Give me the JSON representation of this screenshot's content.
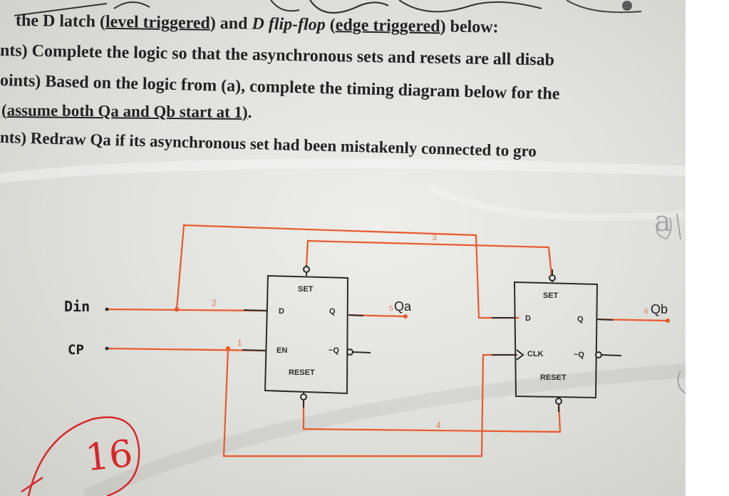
{
  "text_lines": [
    {
      "parts": [
        {
          "t": "the D latch (",
          "s": ""
        },
        {
          "t": "level triggered",
          "s": "u"
        },
        {
          "t": ") and ",
          "s": ""
        },
        {
          "t": "D flip-flop",
          "s": "i"
        },
        {
          "t": " (",
          "s": ""
        },
        {
          "t": "edge triggered",
          "s": "u"
        },
        {
          "t": ") below:",
          "s": ""
        }
      ]
    },
    {
      "parts": [
        {
          "t": "nts) Complete the logic so that the asynchronous sets and resets are all disab",
          "s": ""
        }
      ]
    },
    {
      "parts": [
        {
          "t": "oints) Based on the logic from (a), complete the timing diagram below for the",
          "s": ""
        }
      ]
    },
    {
      "parts": [
        {
          "t": "(assume both Qa and Qb start at 1)",
          "s": "u"
        },
        {
          "t": ".",
          "s": ""
        }
      ]
    },
    {
      "parts": [
        {
          "t": "nts) Redraw Qa if its asynchronous set had been mistakenly connected to gro",
          "s": ""
        }
      ]
    }
  ],
  "circuit": {
    "inputs": {
      "din": "Din",
      "cp": "CP"
    },
    "latch": {
      "set": "SET",
      "d": "D",
      "q": "Q",
      "en": "EN",
      "qbar": "~Q",
      "reset": "RESET"
    },
    "flipflop": {
      "set": "SET",
      "d": "D",
      "q": "Q",
      "clk": "CLK",
      "qbar": "~Q",
      "reset": "RESET"
    },
    "outputs": {
      "qa": "Qa",
      "qb": "Qb"
    },
    "wire_numbers": {
      "w1": "1",
      "w2": "2",
      "w3": "3",
      "w4": "4",
      "w5": "5",
      "w6": "6"
    }
  },
  "handwriting": {
    "score": "16",
    "mark": "a"
  },
  "colors": {
    "ink": "#232323",
    "wire": "#e85a2a",
    "gate": "#2b2b2b",
    "pen": "#d8262a",
    "paper": "#e6e6e2"
  }
}
